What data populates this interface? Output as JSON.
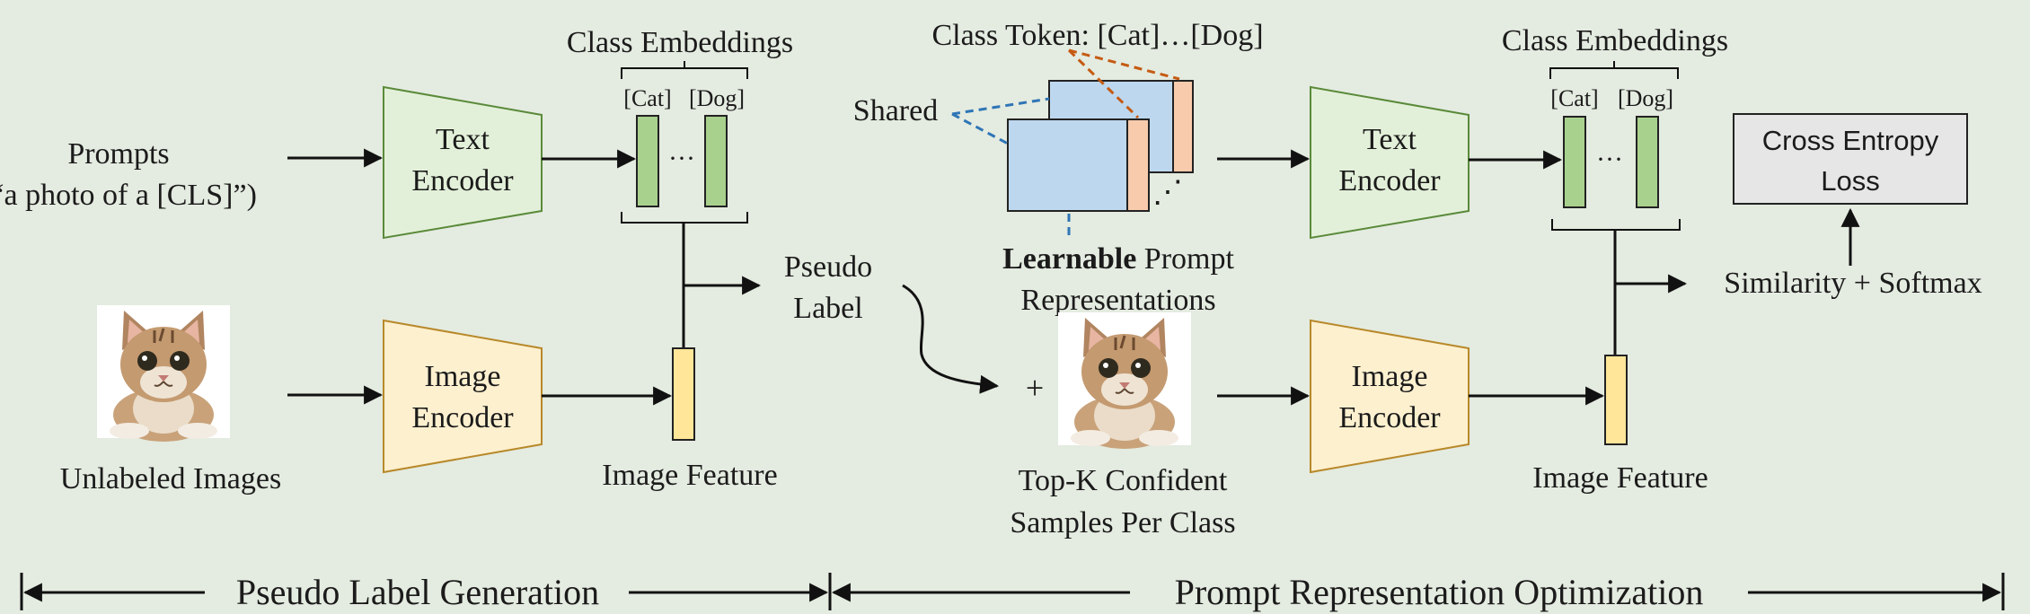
{
  "left": {
    "prompts_line1": "Prompts",
    "prompts_line2": "(“a photo of a [CLS]”)",
    "text_encoder_line1": "Text",
    "text_encoder_line2": "Encoder",
    "image_encoder_line1": "Image",
    "image_encoder_line2": "Encoder",
    "class_embeddings": "Class Embeddings",
    "cat_token": "[Cat]",
    "dog_token": "[Dog]",
    "dots": "···",
    "unlabeled_images": "Unlabeled Images",
    "image_feature": "Image Feature",
    "pseudo_line1": "Pseudo",
    "pseudo_line2": "Label"
  },
  "middle": {
    "class_token": "Class Token: [Cat]…[Dog]",
    "shared": "Shared",
    "learnable_bold": "Learnable",
    "learnable_rest": " Prompt",
    "representations": "Representations",
    "stack_dots": "⋰",
    "plus": "+",
    "topk_line1": "Top-K Confident",
    "topk_line2": "Samples Per Class"
  },
  "right": {
    "text_encoder_line1": "Text",
    "text_encoder_line2": "Encoder",
    "image_encoder_line1": "Image",
    "image_encoder_line2": "Encoder",
    "class_embeddings": "Class Embeddings",
    "cat_token": "[Cat]",
    "dog_token": "[Dog]",
    "dots": "···",
    "image_feature": "Image Feature",
    "loss_line1": "Cross Entropy",
    "loss_line2": "Loss",
    "similarity": "Similarity + Softmax"
  },
  "stages": {
    "stage1": "Pseudo Label Generation",
    "stage2": "Prompt Representation Optimization"
  },
  "colors": {
    "background": "#e4ebe0",
    "text_encoder_fill": "#e3f0d9",
    "image_encoder_fill": "#fdf0cf",
    "text_embedding_fill": "#a9d18e",
    "image_feature_fill": "#ffe699",
    "prompt_fill": "#bdd7ee",
    "class_token_fill": "#f8cbad",
    "shared_dash": "#2e75b6",
    "class_token_dash": "#c55a11",
    "loss_fill": "#e7e6e6"
  }
}
